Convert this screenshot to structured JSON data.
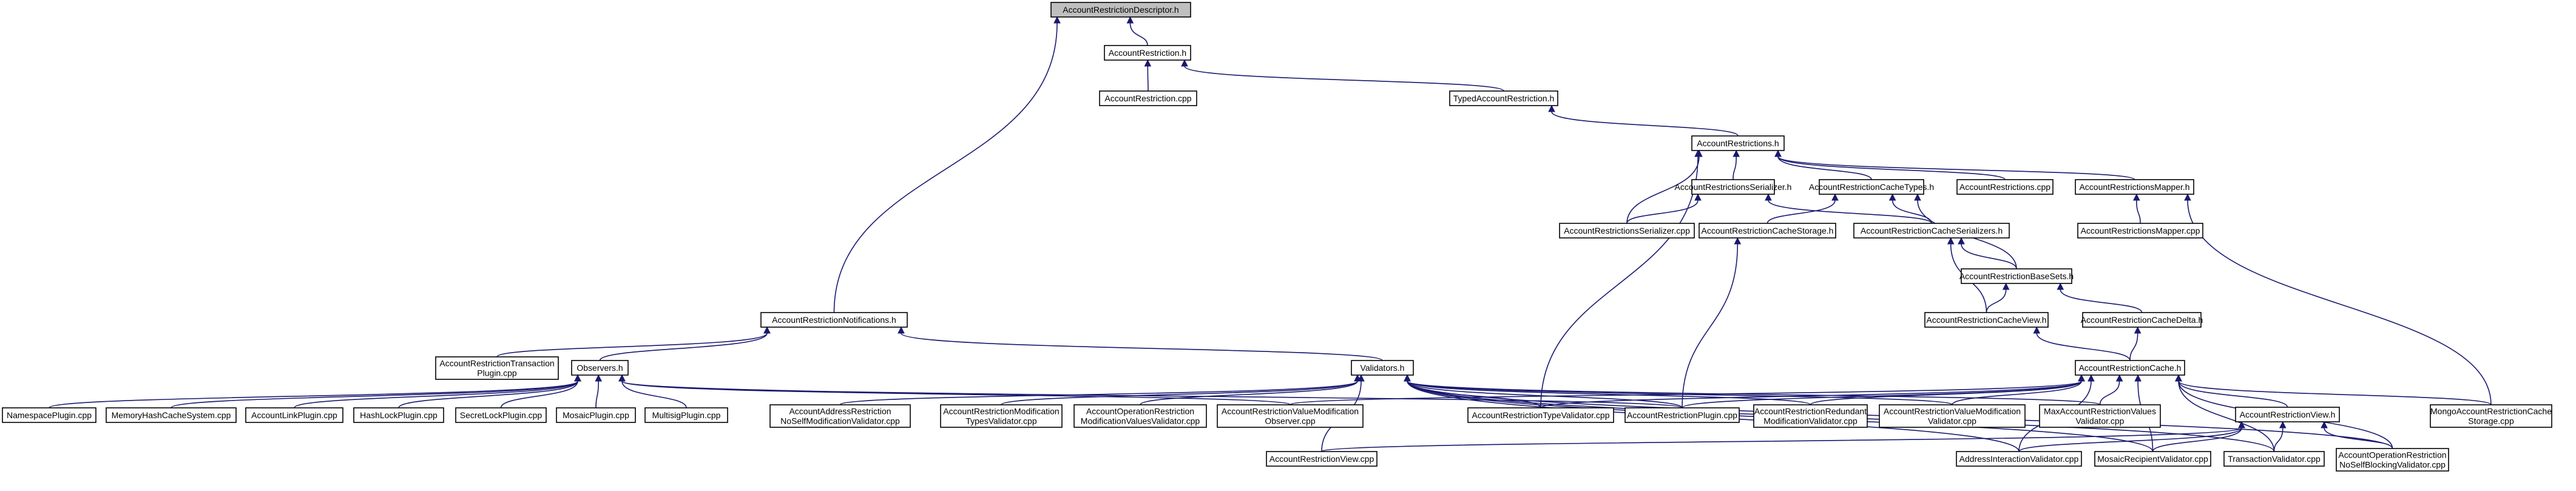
{
  "graph": {
    "root": "AccountRestrictionDescriptor.h",
    "nodes": [
      {
        "id": "ard",
        "lines": [
          "AccountRestrictionDescriptor.h"
        ],
        "root": true
      },
      {
        "id": "ar",
        "lines": [
          "AccountRestriction.h"
        ]
      },
      {
        "id": "arcpp",
        "lines": [
          "AccountRestriction.cpp"
        ]
      },
      {
        "id": "tar",
        "lines": [
          "TypedAccountRestriction.h"
        ]
      },
      {
        "id": "ars",
        "lines": [
          "AccountRestrictions.h"
        ]
      },
      {
        "id": "arser",
        "lines": [
          "AccountRestrictionsSerializer.h"
        ]
      },
      {
        "id": "arct",
        "lines": [
          "AccountRestrictionCacheTypes.h"
        ]
      },
      {
        "id": "arscpp",
        "lines": [
          "AccountRestrictions.cpp"
        ]
      },
      {
        "id": "arsm",
        "lines": [
          "AccountRestrictionsMapper.h"
        ]
      },
      {
        "id": "arsercpp",
        "lines": [
          "AccountRestrictionsSerializer.cpp"
        ]
      },
      {
        "id": "arcs",
        "lines": [
          "AccountRestrictionCacheStorage.h"
        ]
      },
      {
        "id": "arcser",
        "lines": [
          "AccountRestrictionCacheSerializers.h"
        ]
      },
      {
        "id": "arsmcpp",
        "lines": [
          "AccountRestrictionsMapper.cpp"
        ]
      },
      {
        "id": "arbs",
        "lines": [
          "AccountRestrictionBaseSets.h"
        ]
      },
      {
        "id": "arn",
        "lines": [
          "AccountRestrictionNotifications.h"
        ]
      },
      {
        "id": "arcv",
        "lines": [
          "AccountRestrictionCacheView.h"
        ]
      },
      {
        "id": "arcd",
        "lines": [
          "AccountRestrictionCacheDelta.h"
        ]
      },
      {
        "id": "artp",
        "lines": [
          "AccountRestrictionTransaction",
          "Plugin.cpp"
        ]
      },
      {
        "id": "obs",
        "lines": [
          "Observers.h"
        ]
      },
      {
        "id": "val",
        "lines": [
          "Validators.h"
        ]
      },
      {
        "id": "arc",
        "lines": [
          "AccountRestrictionCache.h"
        ]
      },
      {
        "id": "nsp",
        "lines": [
          "NamespacePlugin.cpp"
        ]
      },
      {
        "id": "mhcs",
        "lines": [
          "MemoryHashCacheSystem.cpp"
        ]
      },
      {
        "id": "alp",
        "lines": [
          "AccountLinkPlugin.cpp"
        ]
      },
      {
        "id": "hlp",
        "lines": [
          "HashLockPlugin.cpp"
        ]
      },
      {
        "id": "slp",
        "lines": [
          "SecretLockPlugin.cpp"
        ]
      },
      {
        "id": "mp",
        "lines": [
          "MosaicPlugin.cpp"
        ]
      },
      {
        "id": "msp",
        "lines": [
          "MultisigPlugin.cpp"
        ]
      },
      {
        "id": "aarnsmv",
        "lines": [
          "AccountAddressRestriction",
          "NoSelfModificationValidator.cpp"
        ]
      },
      {
        "id": "armtv",
        "lines": [
          "AccountRestrictionModification",
          "TypesValidator.cpp"
        ]
      },
      {
        "id": "aormvv",
        "lines": [
          "AccountOperationRestriction",
          "ModificationValuesValidator.cpp"
        ]
      },
      {
        "id": "arvmo",
        "lines": [
          "AccountRestrictionValueModification",
          "Observer.cpp"
        ]
      },
      {
        "id": "artv",
        "lines": [
          "AccountRestrictionTypeValidator.cpp"
        ]
      },
      {
        "id": "arp",
        "lines": [
          "AccountRestrictionPlugin.cpp"
        ]
      },
      {
        "id": "arrmv",
        "lines": [
          "AccountRestrictionRedundant",
          "ModificationValidator.cpp"
        ]
      },
      {
        "id": "arvmv",
        "lines": [
          "AccountRestrictionValueModification",
          "Validator.cpp"
        ]
      },
      {
        "id": "marvv",
        "lines": [
          "MaxAccountRestrictionValues",
          "Validator.cpp"
        ]
      },
      {
        "id": "marcs",
        "lines": [
          "MongoAccountRestrictionCache",
          "Storage.cpp"
        ]
      },
      {
        "id": "arview",
        "lines": [
          "AccountRestrictionView.h"
        ]
      },
      {
        "id": "arviewcpp",
        "lines": [
          "AccountRestrictionView.cpp"
        ]
      },
      {
        "id": "aiv",
        "lines": [
          "AddressInteractionValidator.cpp"
        ]
      },
      {
        "id": "mrv",
        "lines": [
          "MosaicRecipientValidator.cpp"
        ]
      },
      {
        "id": "tv",
        "lines": [
          "TransactionValidator.cpp"
        ]
      },
      {
        "id": "aornsbv",
        "lines": [
          "AccountOperationRestriction",
          "NoSelfBlockingValidator.cpp"
        ]
      }
    ],
    "edges": [
      [
        "ar",
        "ard"
      ],
      [
        "arn",
        "ard"
      ],
      [
        "arcpp",
        "ar"
      ],
      [
        "tar",
        "ar"
      ],
      [
        "ars",
        "tar"
      ],
      [
        "arser",
        "ars"
      ],
      [
        "arct",
        "ars"
      ],
      [
        "arscpp",
        "ars"
      ],
      [
        "arsm",
        "ars"
      ],
      [
        "arsercpp",
        "ars"
      ],
      [
        "artv",
        "ars"
      ],
      [
        "arsercpp",
        "arser"
      ],
      [
        "arcser",
        "arser"
      ],
      [
        "arcs",
        "arct"
      ],
      [
        "arcser",
        "arct"
      ],
      [
        "arbs",
        "arct"
      ],
      [
        "arsmcpp",
        "arsm"
      ],
      [
        "marcs",
        "arsm"
      ],
      [
        "arp",
        "arcs"
      ],
      [
        "arbs",
        "arcser"
      ],
      [
        "arcv",
        "arcser"
      ],
      [
        "arcv",
        "arbs"
      ],
      [
        "arcd",
        "arbs"
      ],
      [
        "arc",
        "arcv"
      ],
      [
        "arc",
        "arcd"
      ],
      [
        "artp",
        "arn"
      ],
      [
        "obs",
        "arn"
      ],
      [
        "val",
        "arn"
      ],
      [
        "nsp",
        "obs"
      ],
      [
        "mhcs",
        "obs"
      ],
      [
        "alp",
        "obs"
      ],
      [
        "hlp",
        "obs"
      ],
      [
        "slp",
        "obs"
      ],
      [
        "mp",
        "obs"
      ],
      [
        "msp",
        "obs"
      ],
      [
        "arvmo",
        "obs"
      ],
      [
        "arp",
        "obs"
      ],
      [
        "aarnsmv",
        "val"
      ],
      [
        "armtv",
        "val"
      ],
      [
        "aormvv",
        "val"
      ],
      [
        "artv",
        "val"
      ],
      [
        "arp",
        "val"
      ],
      [
        "arrmv",
        "val"
      ],
      [
        "arvmv",
        "val"
      ],
      [
        "marvv",
        "val"
      ],
      [
        "arviewcpp",
        "val"
      ],
      [
        "aiv",
        "val"
      ],
      [
        "mrv",
        "val"
      ],
      [
        "tv",
        "val"
      ],
      [
        "aornsbv",
        "val"
      ],
      [
        "arvmo",
        "arc"
      ],
      [
        "artv",
        "arc"
      ],
      [
        "arp",
        "arc"
      ],
      [
        "arrmv",
        "arc"
      ],
      [
        "arvmv",
        "arc"
      ],
      [
        "marvv",
        "arc"
      ],
      [
        "marcs",
        "arc"
      ],
      [
        "arview",
        "arc"
      ],
      [
        "aiv",
        "arc"
      ],
      [
        "mrv",
        "arc"
      ],
      [
        "tv",
        "arc"
      ],
      [
        "aornsbv",
        "arc"
      ],
      [
        "arviewcpp",
        "arview"
      ],
      [
        "aiv",
        "arview"
      ],
      [
        "mrv",
        "arview"
      ],
      [
        "tv",
        "arview"
      ],
      [
        "aornsbv",
        "arview"
      ]
    ]
  }
}
